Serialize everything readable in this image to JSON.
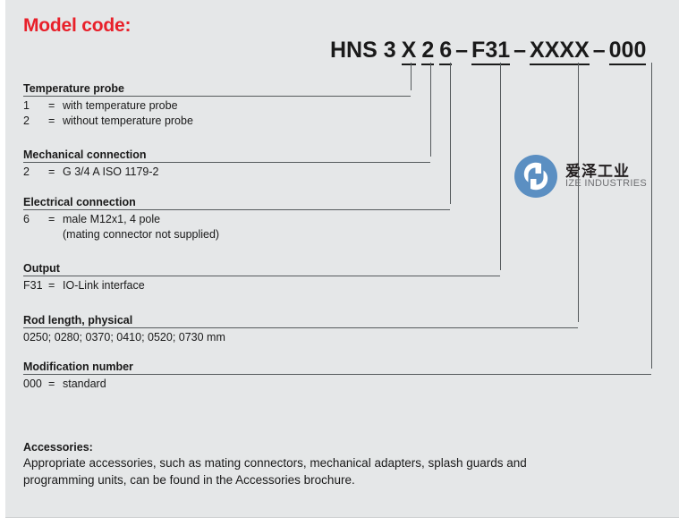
{
  "panel": {
    "background_color": "#e5e7e8",
    "title": "Model code:",
    "title_color": "#e8202a"
  },
  "model_code": {
    "prefix": "HNS 3",
    "segments": [
      {
        "text": "X",
        "underlined": true
      },
      {
        "text": "2",
        "underlined": true
      },
      {
        "text": "6",
        "underlined": true
      },
      {
        "text": "F31",
        "underlined": true
      },
      {
        "text": "XXXX",
        "underlined": true
      },
      {
        "text": "000",
        "underlined": true
      }
    ],
    "separator": "–",
    "full_string": "HNS 3 X 2 6 – F31 – XXXX – 000"
  },
  "sections": [
    {
      "heading": "Temperature probe",
      "options": [
        {
          "key": "1",
          "eq": "=",
          "value": "with temperature probe"
        },
        {
          "key": "2",
          "eq": "=",
          "value": "without temperature probe"
        }
      ]
    },
    {
      "heading": "Mechanical connection",
      "options": [
        {
          "key": "2",
          "eq": "=",
          "value": "G 3/4 A ISO 1179-2"
        }
      ]
    },
    {
      "heading": "Electrical connection",
      "options": [
        {
          "key": "6",
          "eq": "=",
          "value": "male M12x1, 4 pole"
        },
        {
          "key": "",
          "eq": "",
          "value": "(mating connector not supplied)",
          "continuation": true
        }
      ]
    },
    {
      "heading": "Output",
      "options": [
        {
          "key": "F31",
          "eq": "=",
          "value": "IO-Link interface"
        }
      ]
    },
    {
      "heading": "Rod length, physical",
      "plain": "0250; 0280; 0370; 0410; 0520; 0730 mm"
    },
    {
      "heading": "Modification number",
      "options": [
        {
          "key": "000",
          "eq": "=",
          "value": "standard"
        }
      ]
    }
  ],
  "logo": {
    "mark_color": "#5b8fc2",
    "text_cn": "爱泽工业",
    "text_en": "IZE INDUSTRIES"
  },
  "accessories": {
    "title": "Accessories:",
    "line1": "Appropriate accessories, such as mating connectors, mechanical adapters, splash guards and",
    "line2": "programming units, can be found in the Accessories brochure."
  }
}
